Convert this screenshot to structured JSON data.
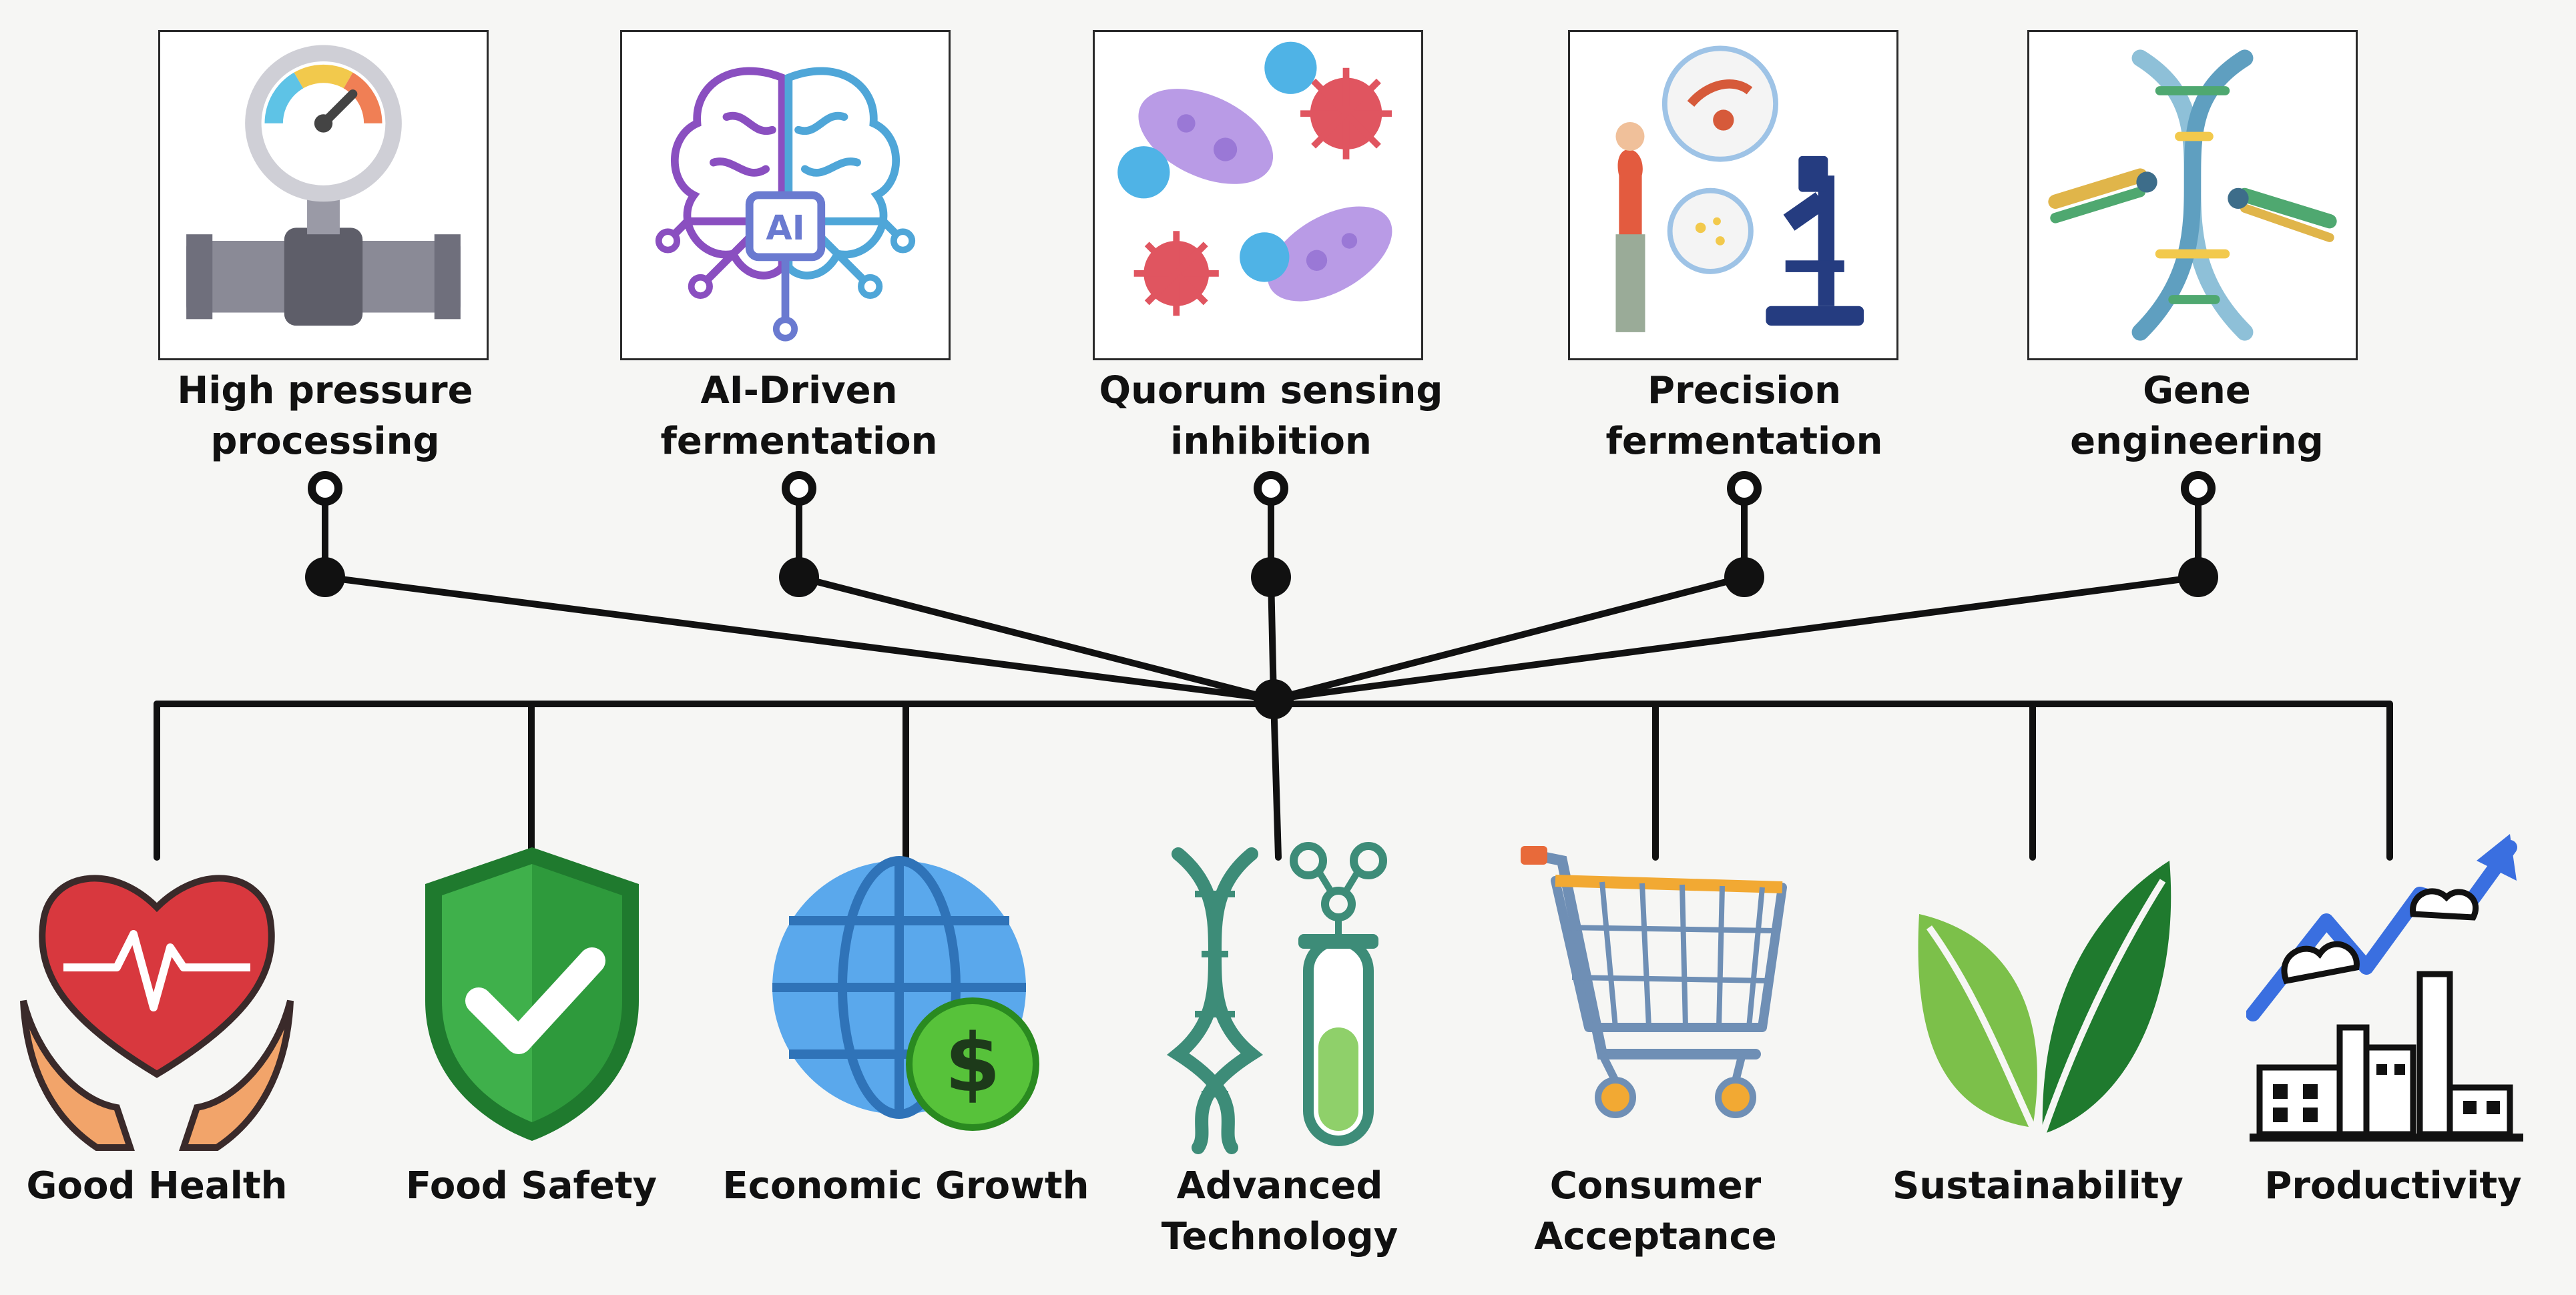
{
  "technologies": [
    {
      "line1": "High pressure",
      "line2": "processing",
      "icon": "pressure-gauge-icon"
    },
    {
      "line1": "AI-Driven",
      "line2": "fermentation",
      "icon": "ai-brain-icon"
    },
    {
      "line1": "Quorum sensing",
      "line2": "inhibition",
      "icon": "bacteria-icon"
    },
    {
      "line1": "Precision",
      "line2": "fermentation",
      "icon": "microscope-scientist-icon"
    },
    {
      "line1": "Gene",
      "line2": "engineering",
      "icon": "dna-icon"
    }
  ],
  "outcomes": [
    {
      "line1": "Good Health",
      "line2": "",
      "icon": "heart-hands-icon"
    },
    {
      "line1": "Food Safety",
      "line2": "",
      "icon": "shield-check-icon"
    },
    {
      "line1": "Economic Growth",
      "line2": "",
      "icon": "globe-dollar-icon"
    },
    {
      "line1": "Advanced",
      "line2": "Technology",
      "icon": "dna-test-tube-icon"
    },
    {
      "line1": "Consumer",
      "line2": "Acceptance",
      "icon": "shopping-cart-icon"
    },
    {
      "line1": "Sustainability",
      "line2": "",
      "icon": "leaves-icon"
    },
    {
      "line1": "Productivity",
      "line2": "",
      "icon": "factory-growth-icon"
    }
  ],
  "colors": {
    "line": "#111111",
    "heart": "#d8383e",
    "hands": "#f2a46a",
    "shield": "#2e9a3c",
    "globe": "#5aa8ec",
    "dollar": "#57c23a",
    "cart": "#6f8fb5",
    "leaf_light": "#7cc04a",
    "leaf_dark": "#1f7a2e",
    "arrow": "#3a6fe0",
    "dna_green": "#3d8c78"
  }
}
